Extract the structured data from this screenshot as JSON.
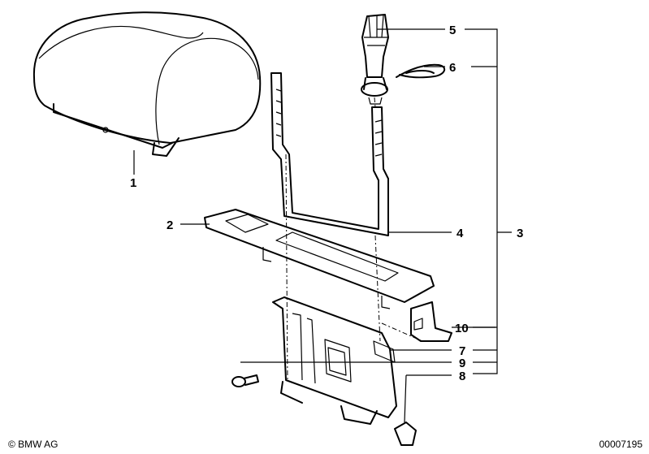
{
  "callouts": [
    {
      "id": "1",
      "text": "1"
    },
    {
      "id": "2",
      "text": "2"
    },
    {
      "id": "3",
      "text": "3"
    },
    {
      "id": "4",
      "text": "4"
    },
    {
      "id": "5",
      "text": "5"
    },
    {
      "id": "6",
      "text": "6"
    },
    {
      "id": "7",
      "text": "7"
    },
    {
      "id": "8",
      "text": "8"
    },
    {
      "id": "9",
      "text": "9"
    },
    {
      "id": "10",
      "text": "10"
    }
  ],
  "footer": {
    "copyright": "© BMW AG",
    "doc_number": "00007195"
  }
}
